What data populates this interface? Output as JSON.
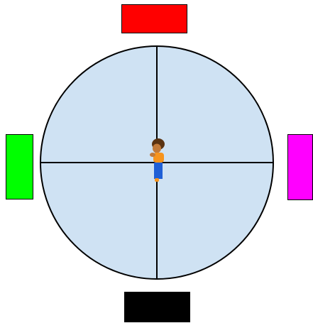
{
  "game": {
    "board": {
      "fill_color": "#cfe2f3",
      "line_color": "#000000"
    },
    "targets": [
      {
        "position": "top",
        "color": "#ff0000"
      },
      {
        "position": "left",
        "color": "#00ff00"
      },
      {
        "position": "right",
        "color": "#ff00ff"
      },
      {
        "position": "bottom",
        "color": "#000000"
      }
    ],
    "player": {
      "icon": "person-figure-icon",
      "skin_color": "#c17a3a",
      "hair_color": "#5a3312",
      "shirt_color": "#f7941d",
      "pants_color": "#1f5fd6"
    }
  }
}
